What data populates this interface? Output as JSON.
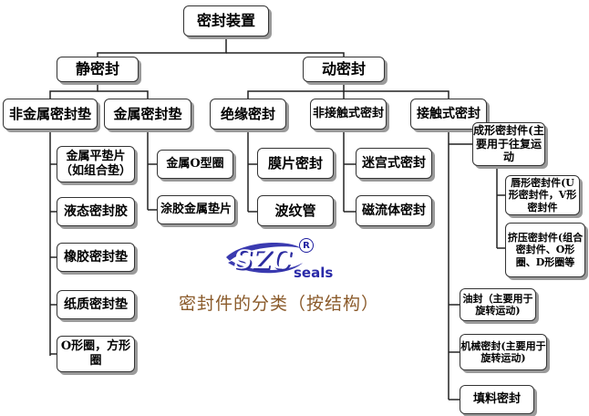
{
  "root": "密封装置",
  "static": {
    "label": "静密封",
    "nonmetal": {
      "label": "非金属密封垫",
      "items": [
        "金属平垫片（如组合垫）",
        "液态密封胶",
        "橡胶密封垫",
        "纸质密封垫",
        "O形圈，方形圈"
      ]
    },
    "metal": {
      "label": "金属密封垫",
      "items": [
        "金属O型圈",
        "涂胶金属垫片"
      ]
    }
  },
  "dynamic": {
    "label": "动密封",
    "insulation": {
      "label": "绝缘密封",
      "items": [
        "膜片密封",
        "波纹管"
      ]
    },
    "noncontact": {
      "label": "非接触式密封",
      "items": [
        "迷宫式密封",
        "磁流体密封"
      ]
    },
    "contact": {
      "label": "接触式密封",
      "molded": {
        "label": "成形密封件(主要用于往复运动",
        "items": [
          "唇形密封件(U形密封件，V形密封件",
          "挤压密封件(组合密封件、O形圈、D形圈等"
        ]
      },
      "items": [
        "油封（主要用于旋转运动)",
        "机械密封(主要用于旋转运动)",
        "填料密封"
      ]
    }
  },
  "logo": {
    "text": "SZC",
    "sub": "seals",
    "mark": "R"
  },
  "caption": "密封件的分类（按结构）",
  "colors": {
    "logo_blue": "#2a2aa8",
    "caption_brown": "#8a5a2a"
  }
}
